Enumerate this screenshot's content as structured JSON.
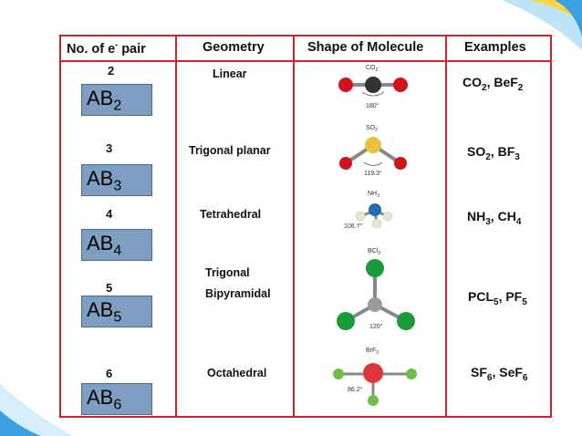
{
  "headers": {
    "pairs": "No. of e",
    "pairs_sup": "-",
    "pairs_tail": " pair",
    "geometry": "Geometry",
    "shape": "Shape of Molecule",
    "examples": "Examples"
  },
  "rows": [
    {
      "pairs": "2",
      "formula": "AB",
      "formula_sub": "2",
      "geometry": "Linear",
      "geometry_line2": "",
      "molecule": "CO2",
      "mol_label_main": "CO",
      "mol_label_sub": "2",
      "angle": "180°",
      "ex1": "CO",
      "ex1_sub": "2",
      "ex2": "BeF",
      "ex2_sub": "2"
    },
    {
      "pairs": "3",
      "formula": "AB",
      "formula_sub": "3",
      "geometry": "Trigonal planar",
      "geometry_line2": "",
      "molecule": "SO2",
      "mol_label_main": "SO",
      "mol_label_sub": "2",
      "angle": "119.3°",
      "ex1": "SO",
      "ex1_sub": "2",
      "ex2": "BF",
      "ex2_sub": "3"
    },
    {
      "pairs": "4",
      "formula": "AB",
      "formula_sub": "4",
      "geometry": "Tetrahedral",
      "geometry_line2": "",
      "molecule": "NH3",
      "mol_label_main": "NH",
      "mol_label_sub": "3",
      "angle": "106.7°",
      "ex1": "NH",
      "ex1_sub": "3",
      "ex2": "CH",
      "ex2_sub": "4"
    },
    {
      "pairs": "5",
      "formula": "AB",
      "formula_sub": "5",
      "geometry": "Trigonal",
      "geometry_line2": "Bipyramidal",
      "molecule": "BCl3",
      "mol_label_main": "BCl",
      "mol_label_sub": "3",
      "angle": "120°",
      "ex1": "PCL",
      "ex1_sub": "5",
      "ex2": "PF",
      "ex2_sub": "5"
    },
    {
      "pairs": "6",
      "formula": "AB",
      "formula_sub": "6",
      "geometry": "Octahedral",
      "geometry_line2": "",
      "molecule": "BrF3",
      "mol_label_main": "BrF",
      "mol_label_sub": "3",
      "angle": "86.2°",
      "ex1": "SF",
      "ex1_sub": "6",
      "ex2": "SeF",
      "ex2_sub": "6"
    }
  ],
  "colors": {
    "border": "#d81f26",
    "ab_box": "#7f9fc2",
    "deco_blue": "#3aa0e0",
    "deco_yellow": "#f2c500",
    "oxygen": "#d0141e",
    "carbon": "#333333",
    "sulfur": "#e8c23a",
    "nitrogen": "#1d6fb0",
    "hydrogen": "#e8e6d0",
    "chlorine": "#1a9a3a",
    "boron": "#9a9a9a",
    "bromine": "#e0343a",
    "fluorine": "#6cc04a"
  }
}
